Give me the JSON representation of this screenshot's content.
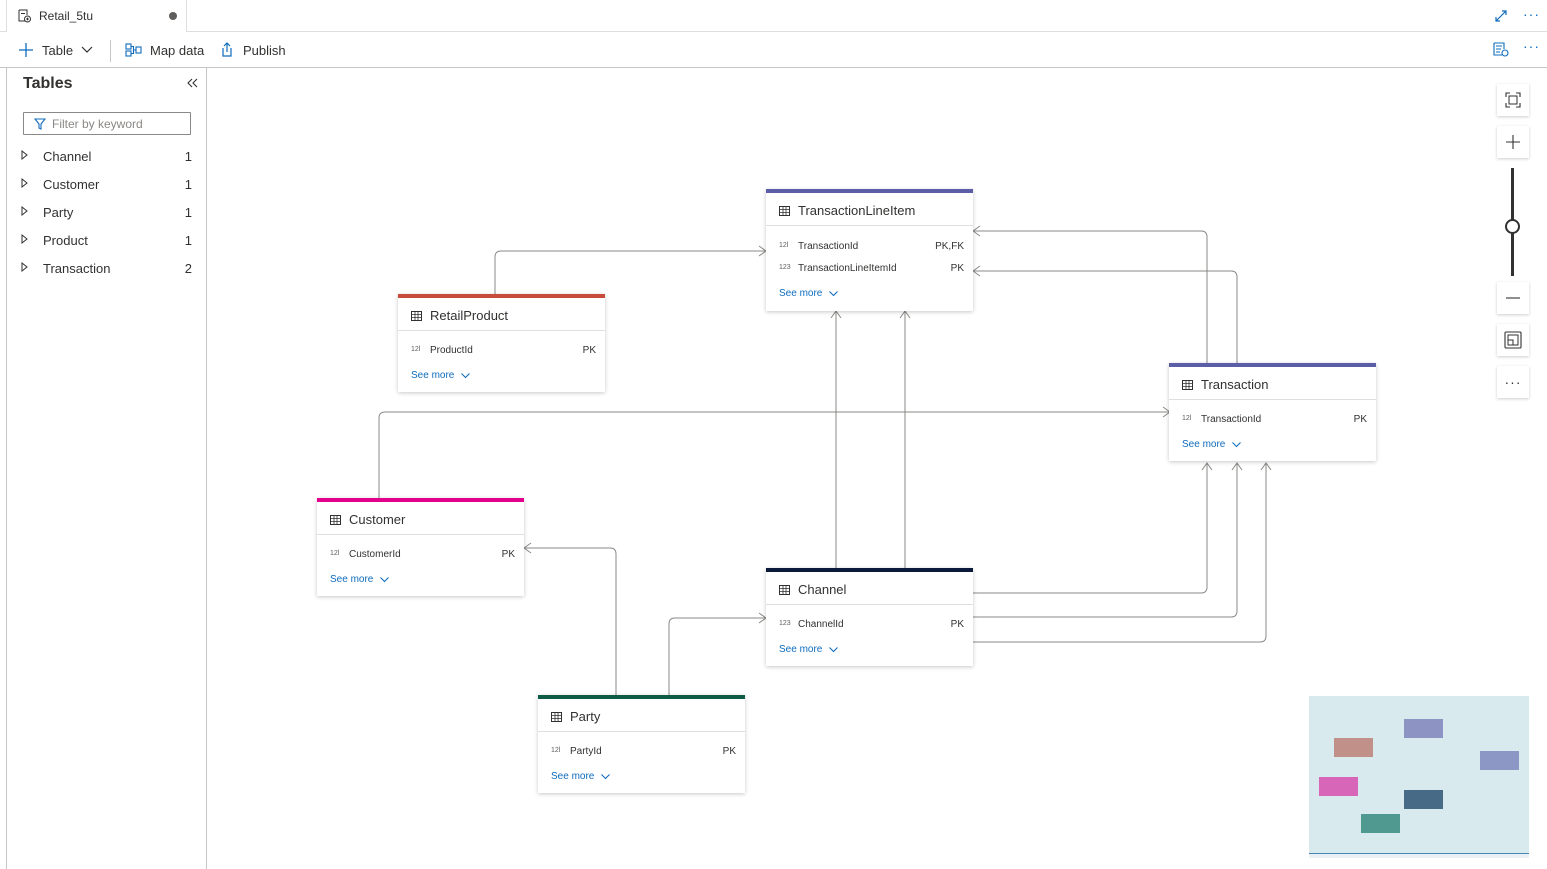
{
  "tab": {
    "title": "Retail_5tu",
    "icon": "database-table-icon",
    "unsaved": true
  },
  "toolbar": {
    "table_label": "Table",
    "map_data_label": "Map data",
    "publish_label": "Publish"
  },
  "sidepanel": {
    "title": "Tables",
    "filter_placeholder": "Filter by keyword",
    "items": [
      {
        "label": "Channel",
        "count": "1"
      },
      {
        "label": "Customer",
        "count": "1"
      },
      {
        "label": "Party",
        "count": "1"
      },
      {
        "label": "Product",
        "count": "1"
      },
      {
        "label": "Transaction",
        "count": "2"
      }
    ]
  },
  "entities": {
    "transactionlineitem": {
      "name": "TransactionLineItem",
      "color": "#5b5ea6",
      "rows": [
        {
          "type": "12l",
          "name": "TransactionId",
          "key": "PK,FK"
        },
        {
          "type": "123",
          "name": "TransactionLineItemId",
          "key": "PK"
        }
      ],
      "see_more": "See more"
    },
    "retailproduct": {
      "name": "RetailProduct",
      "color": "#c84b3c",
      "rows": [
        {
          "type": "12l",
          "name": "ProductId",
          "key": "PK"
        }
      ],
      "see_more": "See more"
    },
    "transaction": {
      "name": "Transaction",
      "color": "#5b5ea6",
      "rows": [
        {
          "type": "12l",
          "name": "TransactionId",
          "key": "PK"
        }
      ],
      "see_more": "See more"
    },
    "customer": {
      "name": "Customer",
      "color": "#e3008c",
      "rows": [
        {
          "type": "12l",
          "name": "CustomerId",
          "key": "PK"
        }
      ],
      "see_more": "See more"
    },
    "channel": {
      "name": "Channel",
      "color": "#0b1a3a",
      "rows": [
        {
          "type": "123",
          "name": "ChannelId",
          "key": "PK"
        }
      ],
      "see_more": "See more"
    },
    "party": {
      "name": "Party",
      "color": "#0e5c45",
      "rows": [
        {
          "type": "12l",
          "name": "PartyId",
          "key": "PK"
        }
      ],
      "see_more": "See more"
    }
  },
  "controls": {
    "fit_icon": "fit-to-screen-icon",
    "zoom_in_icon": "plus-icon",
    "zoom_out_icon": "minus-icon",
    "minimap_icon": "minimap-toggle-icon",
    "more_icon": "more-icon"
  },
  "minimap_colors": {
    "transactionlineitem": "#8d93c2",
    "retailproduct": "#c19089",
    "transaction": "#8d97c6",
    "customer": "#d866b8",
    "channel": "#476b86",
    "party": "#4f9991"
  }
}
